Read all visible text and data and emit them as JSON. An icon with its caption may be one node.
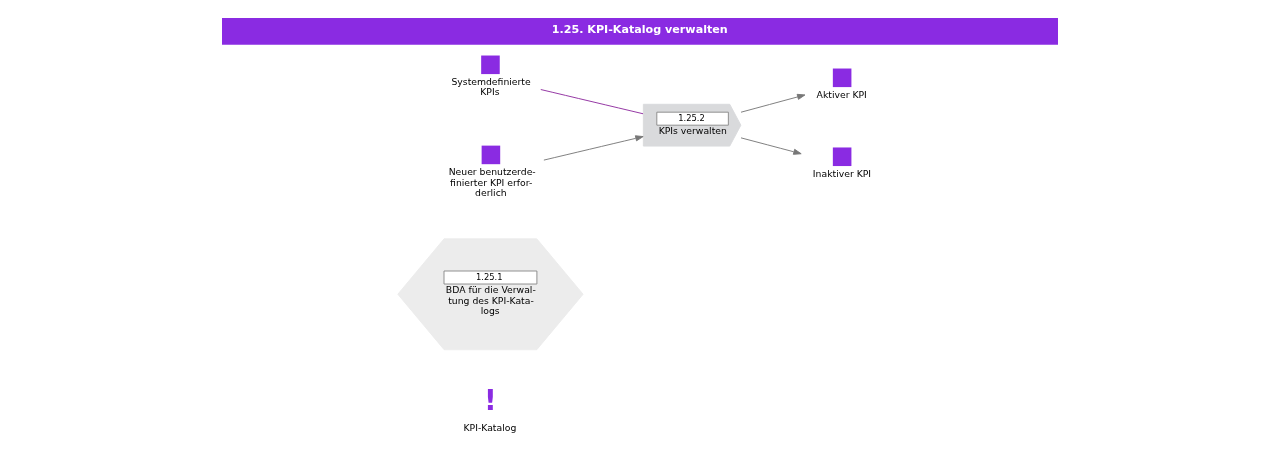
{
  "diagram": {
    "title": "1.25. KPI-Katalog verwalten",
    "nodes": [
      {
        "text": [
          "1.25.1",
          "BDA für die Verwal- tung des KPI-Kata- logs"
        ]
      },
      {
        "text": [
          "!",
          "KPI-Katalog"
        ]
      },
      {
        "text": [
          "Systemdefinierte KPIs"
        ]
      },
      {
        "text": [
          "1.25.2",
          "KPIs verwalten"
        ]
      },
      {
        "text": [
          "Neuer benutzerde- finierter KPI erfor- derlich"
        ]
      },
      {
        "text": [
          "Aktiver KPI"
        ]
      },
      {
        "text": [
          "Inaktiver KPI"
        ]
      }
    ],
    "edges": [
      {
        "from": 2,
        "to": 3,
        "arrow": "none",
        "color": "#8e2a9e"
      },
      {
        "from": 4,
        "to": 3,
        "arrow": "to"
      },
      {
        "from": 3,
        "to": 5,
        "arrow": "to"
      },
      {
        "from": 3,
        "to": 6,
        "arrow": "to"
      }
    ]
  }
}
